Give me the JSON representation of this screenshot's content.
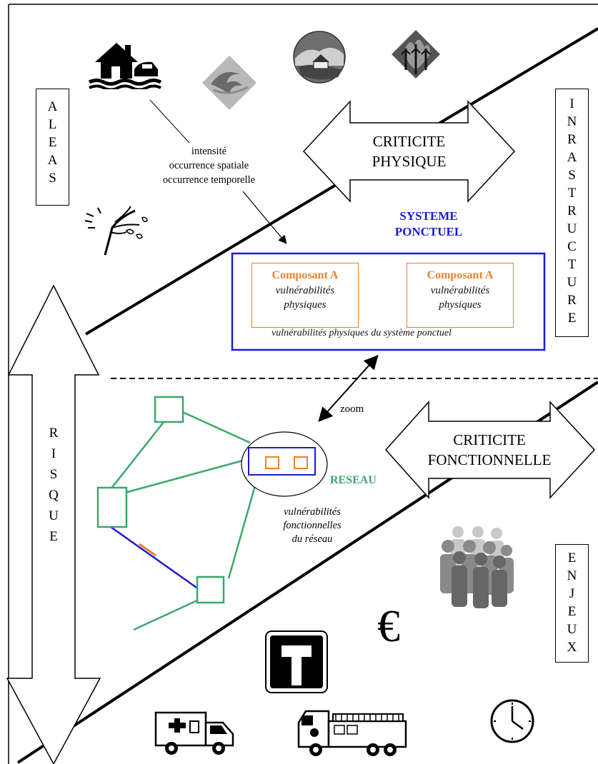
{
  "side_labels": {
    "aleas": [
      "A",
      "L",
      "E",
      "A",
      "S"
    ],
    "infrastructure": [
      "I",
      "N",
      "R",
      "A",
      "S",
      "T",
      "R",
      "U",
      "C",
      "T",
      "U",
      "R",
      "E"
    ],
    "enjeux": [
      "E",
      "N",
      "J",
      "E",
      "U",
      "X"
    ],
    "risque": [
      "R",
      "I",
      "S",
      "Q",
      "U",
      "E"
    ]
  },
  "hazard_params": [
    "intensité",
    "occurrence spatiale",
    "occurrence temporelle"
  ],
  "criticite_physique": [
    "CRITICITE",
    "PHYSIQUE"
  ],
  "criticite_fonctionnelle": [
    "CRITICITE",
    "FONCTIONNELLE"
  ],
  "systeme_ponctuel": {
    "title": [
      "SYSTEME",
      "PONCTUEL"
    ],
    "components": [
      {
        "name": "Composant A",
        "text": [
          "vulnérabilités",
          "physiques"
        ]
      },
      {
        "name": "Composant A",
        "text": [
          "vulnérabilités",
          "physiques"
        ]
      }
    ],
    "caption": "vulnérabilités physiques du système ponctuel"
  },
  "zoom_label": "zoom",
  "reseau": {
    "label": "RESEAU",
    "caption": [
      "vulnérabilités",
      "fonctionnelles",
      "du réseau"
    ]
  },
  "colors": {
    "network_green": "#3aa86a",
    "component_orange": "#ee7f2b",
    "system_blue": "#1a1ad6",
    "ink": "#000000"
  },
  "icons": [
    "flood-house-icon",
    "tsunami-wave-icon",
    "landslide-icon",
    "forest-fire-icon",
    "storm-wind-tree-icon",
    "crowd-people-icon",
    "euro-sign-icon",
    "dead-end-road-sign-icon",
    "ambulance-icon",
    "fire-truck-icon",
    "clock-icon"
  ],
  "euro_symbol": "€"
}
